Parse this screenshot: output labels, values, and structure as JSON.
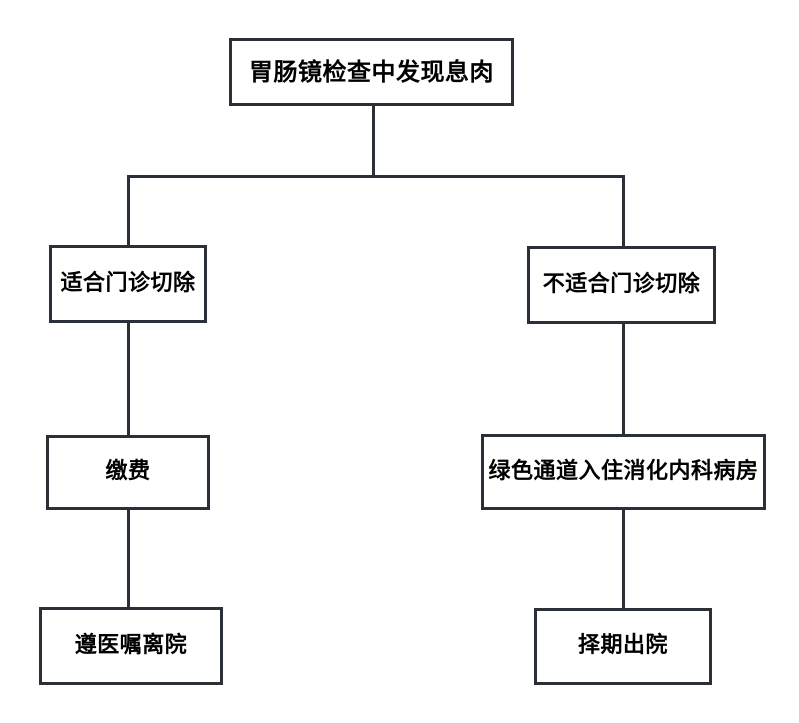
{
  "diagram": {
    "title": "",
    "background_color": "#ffffff",
    "node_border_color": "#2b3038",
    "node_fill_color": "#ffffff",
    "connector_color": "#2b3038",
    "text_color": "#000000",
    "nodes": [
      {
        "id": "root",
        "label": "胃肠镜检查中发现息肉"
      },
      {
        "id": "left_branch",
        "label": "适合门诊切除"
      },
      {
        "id": "right_branch",
        "label": "不适合门诊切除"
      },
      {
        "id": "pay",
        "label": "缴费"
      },
      {
        "id": "green_lane",
        "label": "绿色通道入住消化内科病房"
      },
      {
        "id": "left_end",
        "label": "遵医嘱离院"
      },
      {
        "id": "right_end",
        "label": "择期出院"
      }
    ],
    "edges": [
      {
        "from": "root",
        "to": "left_branch"
      },
      {
        "from": "root",
        "to": "right_branch"
      },
      {
        "from": "left_branch",
        "to": "pay"
      },
      {
        "from": "pay",
        "to": "left_end"
      },
      {
        "from": "right_branch",
        "to": "green_lane"
      },
      {
        "from": "green_lane",
        "to": "right_end"
      }
    ]
  }
}
